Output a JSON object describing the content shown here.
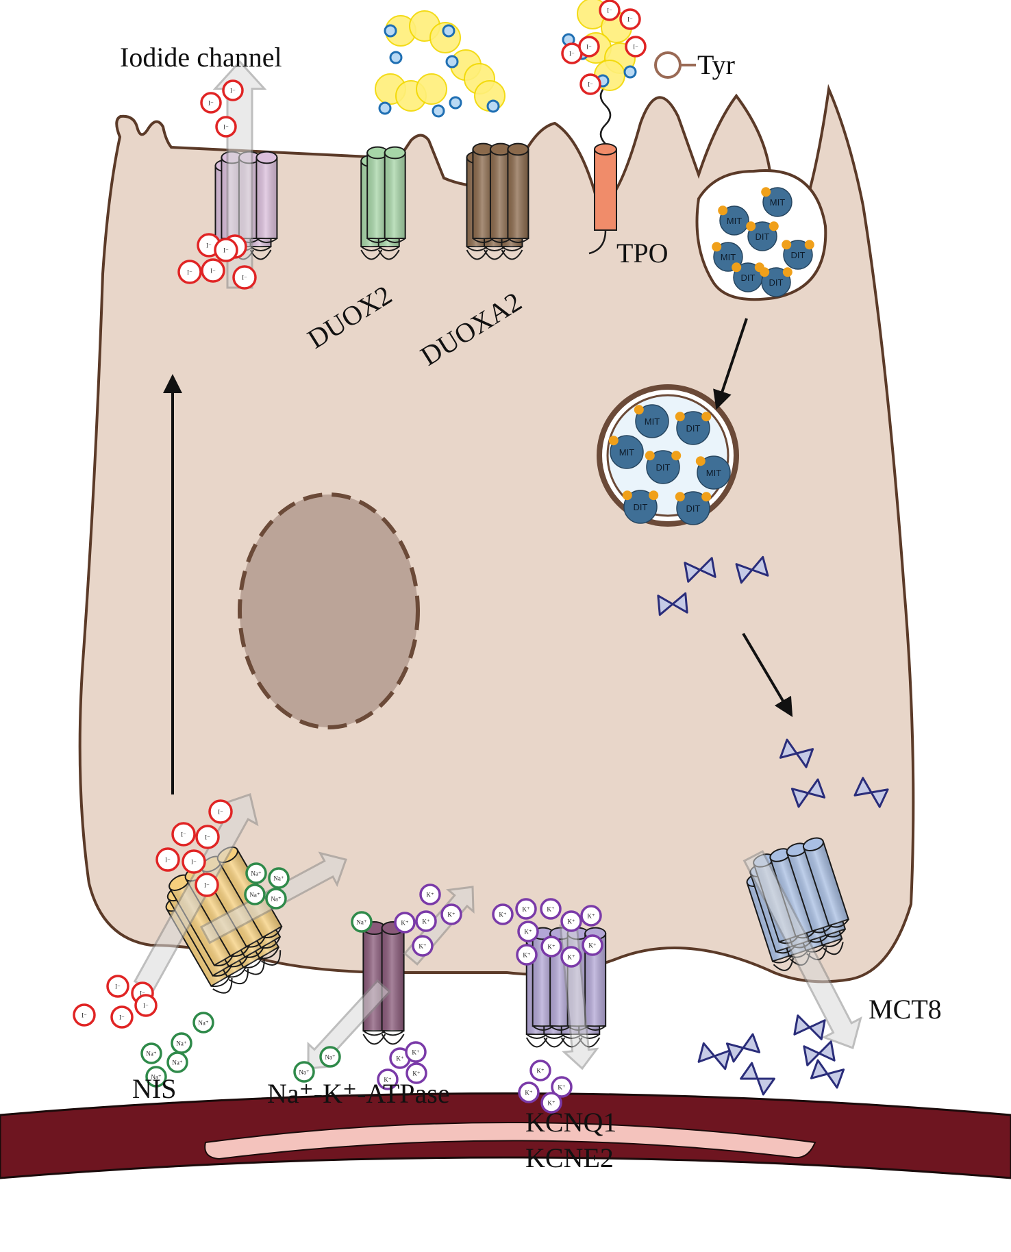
{
  "labels": {
    "iodide_channel": "Iodide channel",
    "tyr": "Tyr",
    "duox2": "DUOX2",
    "duoxa2": "DUOXA2",
    "tpo": "TPO",
    "nis": "NIS",
    "atpase": "Na⁺-K⁺-ATPase",
    "kcnq1": "KCNQ1",
    "kcne2": "KCNE2",
    "mct8": "MCT8"
  },
  "ions": {
    "iodide": "I⁻",
    "sodium": "Na⁺",
    "potassium": "K⁺"
  },
  "vesicle_labels": {
    "mit": "MIT",
    "dit": "DIT"
  },
  "colors": {
    "cell_fill": "#e8d6c9",
    "cell_stroke": "#5b3a28",
    "nucleus": "#bba498",
    "iodide": "#e02424",
    "sodium": "#2f8a4a",
    "potassium": "#7a3aa8",
    "hormone": "#2a2d7a",
    "vessel_wall": "#6e1520",
    "vessel_lumen": "#f4c3bd",
    "nis": "#f6cf7d",
    "atpase": "#8a5a7a",
    "kcnq1": "#b3a7d6",
    "mct8": "#a9bfe3",
    "duox2": "#a7d6a8",
    "duoxa2": "#8b6a4c",
    "tpo": "#f08c6a",
    "iodide_channel": "#dbbfdc"
  }
}
